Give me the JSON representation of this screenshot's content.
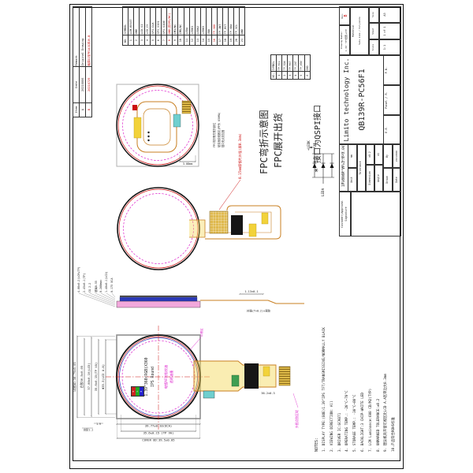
{
  "revision_table": {
    "headers": [
      "Item",
      "Date",
      "Remark"
    ],
    "rows": [
      {
        "item": "A",
        "date": "20210806",
        "remark": "Original Drawing",
        "red": false
      },
      {
        "item": "B",
        "date": "20210729",
        "remark": "触摸IC型号143C改为-B",
        "red": true
      }
    ]
  },
  "pin_table": {
    "headers": [
      "NO.",
      "SYMBOL"
    ],
    "rows": [
      {
        "n": "1",
        "s": "LCM_RESET"
      },
      {
        "n": "2",
        "s": "GND"
      },
      {
        "n": "3",
        "s": "LCD_SI"
      },
      {
        "n": "4",
        "s": "LCD_CS"
      },
      {
        "n": "5",
        "s": "SPI_CLK"
      },
      {
        "n": "6",
        "s": "SPI_SIO1"
      },
      {
        "n": "7",
        "s": "SPI_SIO0"
      },
      {
        "n": "8",
        "s": "GND(原IM1/NC)",
        "red": true
      },
      {
        "n": "9",
        "s": "IM3/NC"
      },
      {
        "n": "10",
        "s": "IM0/NC"
      },
      {
        "n": "11",
        "s": "LEDA"
      },
      {
        "n": "12",
        "s": "LEDK1"
      },
      {
        "n": "13",
        "s": "LEDK2"
      },
      {
        "n": "14",
        "s": "LEDK3"
      },
      {
        "n": "15",
        "s": "VDD"
      },
      {
        "n": "16",
        "s": "TP-VDD",
        "red": true
      },
      {
        "n": "17",
        "s": "TP_INT"
      },
      {
        "n": "18",
        "s": "TP_RST"
      },
      {
        "n": "19",
        "s": "TP_SDA"
      },
      {
        "n": "20",
        "s": "TP_SCL"
      },
      {
        "n": "21",
        "s": "GND"
      }
    ]
  },
  "tp_table": {
    "headers": [
      "NO.",
      "SYMBOL"
    ],
    "rows": [
      {
        "n": "1",
        "s": "TP_SCL"
      },
      {
        "n": "2",
        "s": "TP_SDA"
      },
      {
        "n": "3",
        "s": "TP_RST"
      },
      {
        "n": "4",
        "s": "TP_INT"
      },
      {
        "n": "5",
        "s": "TP_VDD"
      },
      {
        "n": "6",
        "s": "GND"
      }
    ]
  },
  "annotations": {
    "qspi_note": "* 接口为QSPI接口",
    "steel_note": "0.15mm厚钢片补强(原0.3mm)",
    "fold_title": "FPC弯折示意图",
    "unfold_title": "FPC展开出货",
    "fold_notes": [
      "FPC弯折需先预折到位",
      "贴双面胶纸固定(PP头 650MA)",
      "插口处点胶加固"
    ],
    "fold_dim": "3.08mm"
  },
  "led_circuit": {
    "anode": "LEDA",
    "cathode": "+LEDK",
    "spec": "IF=60mA  VF=2.8~3.0V"
  },
  "front_view": {
    "top_dims": [
      "印黑OD:38.79±0.05",
      "白胶36.5±0.05",
      "37.80±0.10(LCD)",
      "35.6±0.15(TP VA)",
      "Φ35.3(LCD A.A)"
    ],
    "left_dims": [
      "COVER OD:39.5±0.05",
      "35.6±0.15 (TP VA)",
      "39.77±0.10(OCA)"
    ],
    "step_labels": [
      "台阶1.1",
      "1.9"
    ],
    "center_text": [
      "1.39\"360(RGB)X360",
      "IPS Round"
    ],
    "coating_text": [
      "电镀AF防指纹油",
      "透明油墨"
    ],
    "black_area_label": "印黑区",
    "glue_label": "外围点胶区域",
    "tail_dim": "36.2±0.3",
    "rgb_legend": [
      "R",
      "G",
      "B"
    ]
  },
  "side_view": {
    "dims": [
      "4.08±0.2(LCM+TP)",
      "2.45±0.1(TP)",
      "CG 2.2",
      "玻璃0.55",
      "0.268max",
      "1.40±0.1(LCD)",
      "0.175 OCA"
    ],
    "bottom_dim": "1.13±0.1",
    "fpc_label": "补强(T=0.2)+背胶"
  },
  "notes": {
    "header": "NOTES:",
    "items": [
      "1. DISPLAY TYPE:(BOE)1.39\"IPS TFT/TRANSMISSIVE/NORMALLY BLACK",
      "2. VIEWING DIRECTION: All",
      "3. DRIVER IC:GC9B71",
      "4. OPERATING TEMP.:  -20°C~70°C",
      "5. STORAGE TEMP.:  -30°C~80°C",
      "6. BACKLIGHT:3 CHIP-WHITE LED",
      "7. LCM Luminance:600 CD/M2(TYP)",
      "8. UNMARKED TOLERANCE:±0.2",
      "9. 建议机壳开窗可视区比LCD A.A区单边大0.3mm",
      "10.产品符合ROHS标准"
    ]
  },
  "title_block": {
    "company": "Limito technology Inc.",
    "part_number": "QB139R-PC56F1",
    "customer_label": "Customer/Approval",
    "signature_label": "Signature",
    "unless_label": "Unless Otherwise Specified",
    "unit_label": "Unit",
    "unit_value": "mm",
    "tolerance_label": "Tolerance",
    "dimension_label": "Dimension",
    "dimension_value": "±0.2",
    "angle_label": "Angle",
    "angle_value": "±1",
    "drawn_label": "Drawn",
    "by_label": "By",
    "date_label": "Date",
    "date_value": "20210806",
    "ee_label": "E.E.",
    "panel_label": "Panel / R.",
    "pn_label": "P.N.",
    "drawing_number_label": "Drawing Number",
    "drawing_number_value": "1.39''TFT圆形+CTP",
    "material_label": "Material",
    "material_value": "Soda Lime / Polyimide",
    "rev_label": "Rev.",
    "rev_value": "B",
    "scale_label": "Scale",
    "scale_value": "1:1",
    "sheet_label": "Sheet",
    "sheet_value": "1 of 1",
    "size_label": "Size",
    "size_value": "A3"
  },
  "colors": {
    "red": "#cc1111",
    "magenta": "#dd22cc",
    "orange": "#c87f22",
    "yellow": "#f2d23a",
    "cyan": "#6fcfcf",
    "blue": "#2a39b8",
    "pink": "#f2a8dc",
    "gold": "#dfb94e",
    "line": "#222222"
  }
}
